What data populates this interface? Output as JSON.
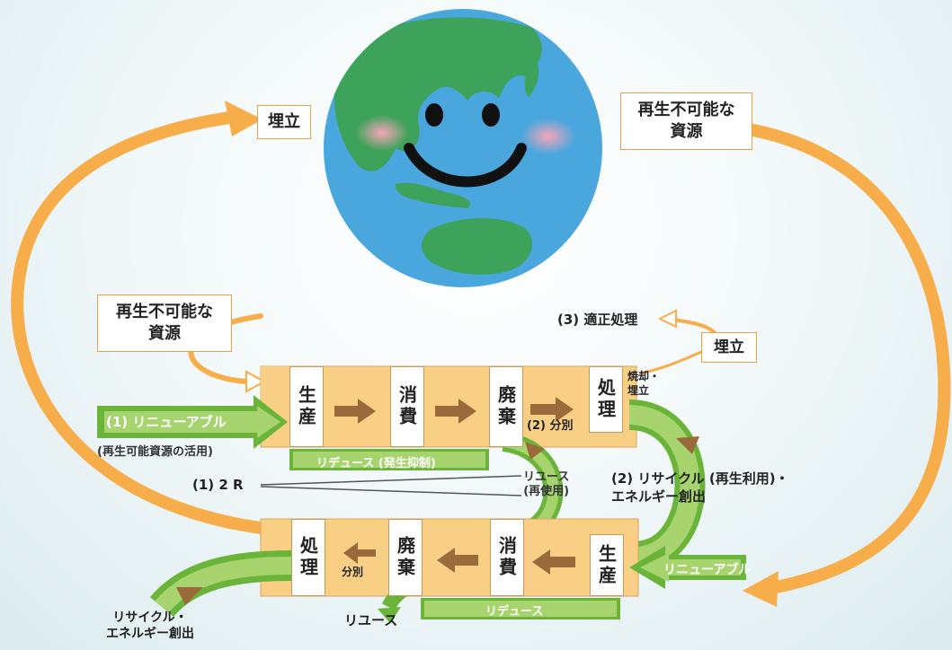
{
  "colors": {
    "arrow_orange": "#f7ad4a",
    "cell_fill": "#f9cf86",
    "green": "#6ab43a",
    "light_green": "#a7d46e",
    "brown_arrow": "#9b6a3a",
    "ocean": "#4aa7dd",
    "land": "#3da25a"
  },
  "globe": {
    "face": "smiley"
  },
  "boxes": {
    "landfill_top": "埋立",
    "nonrenewable_top_right": "再生不可能な\n資源",
    "nonrenewable_left": "再生不可能な\n資源",
    "landfill_right": "埋立"
  },
  "labels": {
    "proper_disposal": "(3) 適正処理",
    "incineration_landfill": "焼却・\n埋立",
    "renewable_top": "(1) リニューアブル",
    "renewable_sub": "(再生可能資源の活用)",
    "separation_top": "(2) 分別",
    "reduce_top": "リデュース (発生抑制)",
    "two_r": "(1) 2 R",
    "reuse_mid": "リユース\n(再使用)",
    "recycle_mid": "(2) リサイクル (再生利用)・\nエネルギー創出",
    "separation_bottom": "分別",
    "renewable_bottom": "リニューアブル",
    "reduce_bottom": "リデュース",
    "reuse_bottom": "リユース",
    "recycle_bottom": "リサイクル・\nエネルギー創出"
  },
  "top_row": [
    "生産",
    "消費",
    "廃棄",
    "処理"
  ],
  "bottom_row": [
    "処理",
    "廃棄",
    "消費",
    "生産"
  ]
}
